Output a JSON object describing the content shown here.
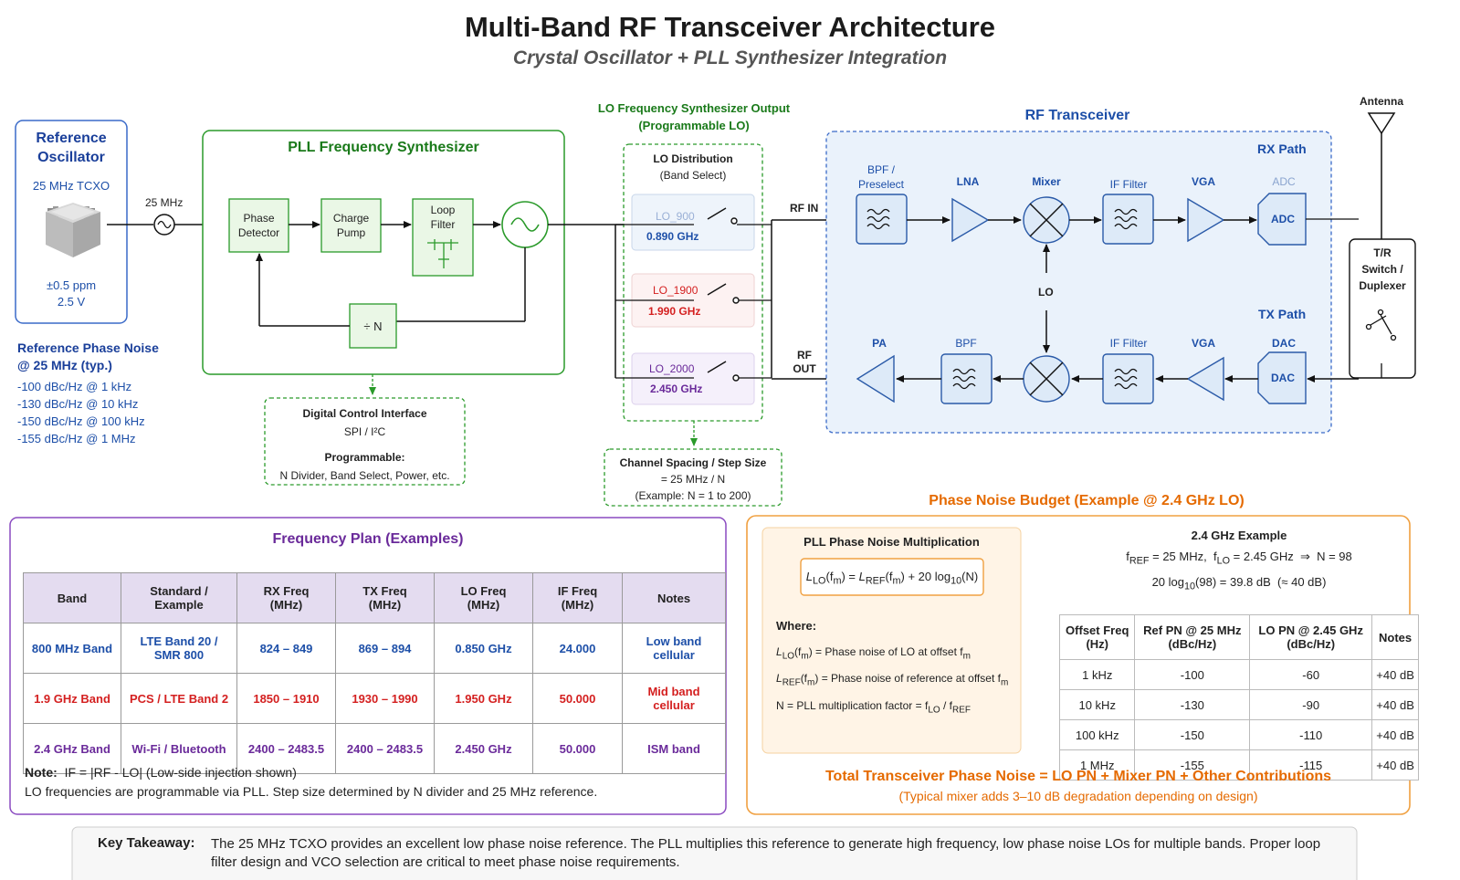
{
  "header": {
    "title": "Multi-Band RF Transceiver Architecture",
    "subtitle": "Crystal Oscillator + PLL Synthesizer Integration"
  },
  "ref_osc": {
    "title_line1": "Reference",
    "title_line2": "Oscillator",
    "part": "25 MHz TCXO",
    "stability": "±0.5 ppm",
    "voltage": "2.5 V",
    "signal_label": "25 MHz"
  },
  "ref_pn": {
    "title_line1": "Reference Phase Noise",
    "title_line2": "@ 25 MHz (typ.)",
    "items": [
      "-100 dBc/Hz @ 1 kHz",
      "-130 dBc/Hz @ 10 kHz",
      "-150 dBc/Hz @ 100 kHz",
      "-155 dBc/Hz @ 1 MHz"
    ]
  },
  "pll": {
    "title": "PLL Frequency Synthesizer",
    "phase_detector": [
      "Phase",
      "Detector"
    ],
    "charge_pump": [
      "Charge",
      "Pump"
    ],
    "loop_filter": [
      "Loop",
      "Filter"
    ],
    "divider": "÷ N"
  },
  "digital": {
    "title": "Digital Control Interface",
    "protocol": "SPI / I²C",
    "prog_title": "Programmable:",
    "prog_items": "N Divider, Band Select, Power, etc."
  },
  "lo_output": {
    "title_line1": "LO Frequency Synthesizer Output",
    "title_line2": "(Programmable LO)"
  },
  "lo_dist": {
    "title": "LO Distribution",
    "subtitle": "(Band Select)",
    "items": [
      {
        "name": "LO_900",
        "freq": "0.890 GHz"
      },
      {
        "name": "LO_1900",
        "freq": "1.990 GHz"
      },
      {
        "name": "LO_2000",
        "freq": "2.450 GHz"
      }
    ]
  },
  "channel": {
    "line1": "Channel Spacing / Step Size",
    "line2": "= 25 MHz / N",
    "line3": "(Example: N = 1 to 200)"
  },
  "rf": {
    "title": "RF Transceiver",
    "rx_path": "RX Path",
    "tx_path": "TX Path",
    "rf_in": "RF IN",
    "rf_out_1": "RF",
    "rf_out_2": "OUT",
    "lo": "LO",
    "antenna": "Antenna",
    "switch": [
      "T/R",
      "Switch /",
      "Duplexer"
    ],
    "rx_labels": {
      "bpf": [
        "BPF /",
        "Preselect"
      ],
      "lna": "LNA",
      "mixer": "Mixer",
      "if": "IF Filter",
      "vga": "VGA",
      "adc_top": "ADC",
      "adc": "ADC"
    },
    "tx_labels": {
      "pa": "PA",
      "bpf": "BPF",
      "if": "IF Filter",
      "vga": "VGA",
      "dac_top": "DAC",
      "dac": "DAC"
    }
  },
  "freq_plan": {
    "title": "Frequency Plan (Examples)",
    "headers": [
      [
        "Band"
      ],
      [
        "Standard /",
        "Example"
      ],
      [
        "RX Freq",
        "(MHz)"
      ],
      [
        "TX Freq",
        "(MHz)"
      ],
      [
        "LO Freq",
        "(MHz)"
      ],
      [
        "IF Freq",
        "(MHz)"
      ],
      [
        "Notes"
      ]
    ],
    "rows": [
      {
        "band": "800 MHz Band",
        "std": [
          "LTE Band 20 /",
          "SMR 800"
        ],
        "rx": "824 – 849",
        "tx": "869 – 894",
        "lo": "0.850 GHz",
        "if": "24.000",
        "notes": [
          "Low band",
          "cellular"
        ],
        "color": "#1d4fa8"
      },
      {
        "band": "1.9 GHz Band",
        "std": [
          "PCS / LTE Band 2"
        ],
        "rx": "1850 – 1910",
        "tx": "1930 – 1990",
        "lo": "1.950 GHz",
        "if": "50.000",
        "notes": [
          "Mid band",
          "cellular"
        ],
        "color": "#d42020"
      },
      {
        "band": "2.4 GHz Band",
        "std": [
          "Wi-Fi / Bluetooth"
        ],
        "rx": "2400 – 2483.5",
        "tx": "2400 – 2483.5",
        "lo": "2.450 GHz",
        "if": "50.000",
        "notes": [
          "ISM band"
        ],
        "color": "#6a2a9a"
      }
    ],
    "note_label": "Note:",
    "note_text": "IF = |RF - LO|  (Low-side injection shown)",
    "note_line2": "LO frequencies are programmable via PLL. Step size determined by N divider and 25 MHz reference."
  },
  "pn_budget": {
    "title": "Phase Noise Budget (Example @ 2.4 GHz LO)",
    "mult_title": "PLL Phase Noise Multiplication",
    "where": "Where:",
    "example_title": "2.4 GHz Example",
    "table_headers": [
      [
        "Offset Freq",
        "(Hz)"
      ],
      [
        "Ref PN @ 25 MHz",
        "(dBc/Hz)"
      ],
      [
        "LO PN @ 2.45 GHz",
        "(dBc/Hz)"
      ],
      [
        "Notes"
      ]
    ],
    "rows": [
      {
        "offset": "1 kHz",
        "ref": "-100",
        "lo": "-60",
        "note": "+40 dB"
      },
      {
        "offset": "10 kHz",
        "ref": "-130",
        "lo": "-90",
        "note": "+40 dB"
      },
      {
        "offset": "100 kHz",
        "ref": "-150",
        "lo": "-110",
        "note": "+40 dB"
      },
      {
        "offset": "1 MHz",
        "ref": "-155",
        "lo": "-115",
        "note": "+40 dB"
      }
    ],
    "total": "Total Transceiver Phase Noise = LO PN + Mixer PN + Other Contributions",
    "total_note": "(Typical mixer adds 3–10 dB degradation depending on design)"
  },
  "takeaway": {
    "label": "Key Takeaway:",
    "text": "The 25 MHz TCXO provides an excellent low phase noise reference. The PLL multiplies this reference to generate high frequency, low phase noise LOs for multiple bands. Proper loop filter design and VCO selection are critical to meet phase noise requirements."
  },
  "colors": {
    "blue": "#1d4fa8",
    "green": "#2a9a2a",
    "orange": "#e56a00",
    "purple": "#6a2a9a",
    "red": "#d42020"
  }
}
